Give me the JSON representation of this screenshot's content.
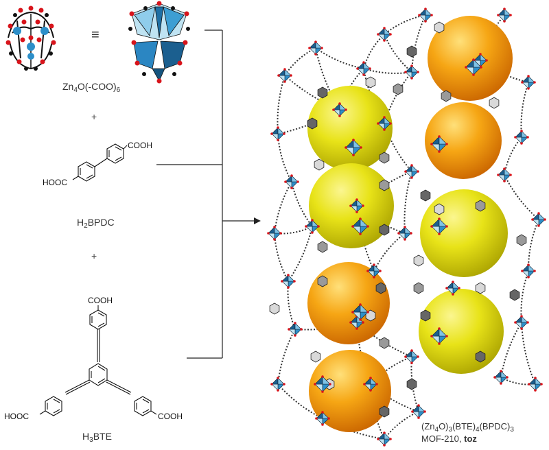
{
  "cluster": {
    "equiv_symbol": "≡",
    "formula_main": "Zn",
    "formula_sub1": "4",
    "formula_mid": "O(-COO)",
    "formula_sub2": "6"
  },
  "plus_sign": "+",
  "bpdc": {
    "group_top": "COOH",
    "group_left": "HOOC",
    "name_pre": "H",
    "name_sub": "2",
    "name_post": "BPDC"
  },
  "bte": {
    "group_top": "COOH",
    "group_left": "HOOC",
    "group_right": "COOH",
    "name_pre": "H",
    "name_sub": "3",
    "name_post": "BTE"
  },
  "product": {
    "formula_a": "(Zn",
    "sub_a": "4",
    "formula_b": "O)",
    "sub_b": "3",
    "formula_c": "(BTE)",
    "sub_c": "4",
    "formula_d": "(BPDC)",
    "sub_d": "3",
    "name": "MOF-210, ",
    "topology": "toz"
  },
  "colors": {
    "zn_blue": "#2d8fc9",
    "oxygen_red": "#d8141b",
    "carbon_black": "#111111",
    "pore_yellow": "#e8e318",
    "pore_orange": "#f29a10",
    "linker_gray": "#555555"
  }
}
